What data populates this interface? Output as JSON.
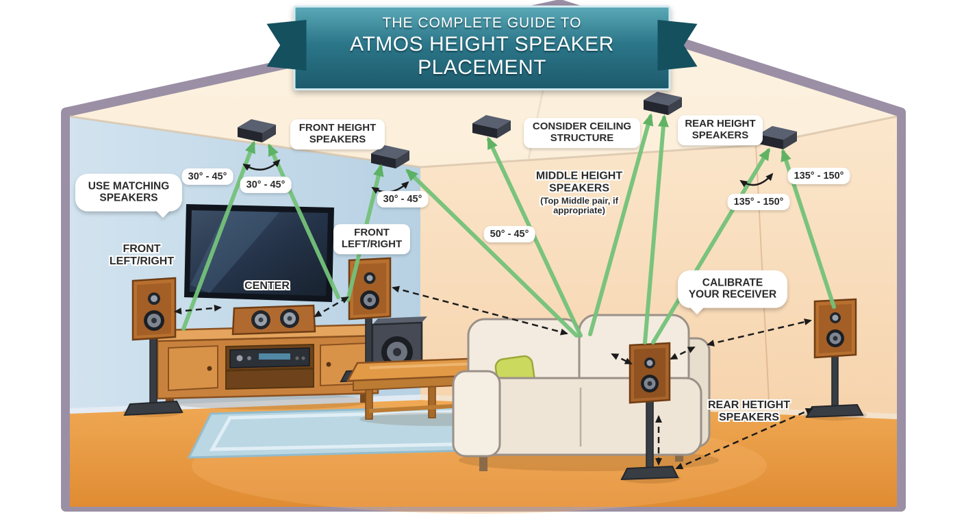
{
  "banner": {
    "line1": "THE COMPLETE GUIDE TO",
    "line2": "ATMOS HEIGHT SPEAKER PLACEMENT"
  },
  "callouts": {
    "front_height": "FRONT HEIGHT SPEAKERS",
    "consider_ceiling": "CONSIDER CEILING STRUCTURE",
    "rear_height_top": "REAR HEIGHT SPEAKERS",
    "middle_height_title": "MIDDLE HEIGHT SPEAKERS",
    "middle_height_sub": "(Top Middle pair, if appropriate)",
    "use_matching": "USE MATCHING SPEAKERS",
    "front_left_right_wall": "FRONT LEFT/RIGHT",
    "front_left_right_pill": "FRONT LEFT/RIGHT",
    "center": "CENTER",
    "calibrate": "CALIBRATE YOUR RECEIVER",
    "rear_height_bottom": "REAR HETIGHT SPEAKERS"
  },
  "angles": {
    "front_left_a": "30° - 45°",
    "front_left_b": "30° - 45°",
    "front_right": "30° - 45°",
    "middle": "50° - 45°",
    "rear_right_a": "135° - 150°",
    "rear_right_b": "135° - 150°"
  },
  "colors": {
    "banner_teal": "#2b7689",
    "banner_dark_teal": "#14505e",
    "arrow_green": "#74c27a",
    "wall_left_blue": "#c5dbea",
    "wall_back_peach": "#f9e0c0",
    "floor_orange": "#e9993f",
    "room_border": "#9b8fa5",
    "label_text": "#2b2b2b"
  }
}
